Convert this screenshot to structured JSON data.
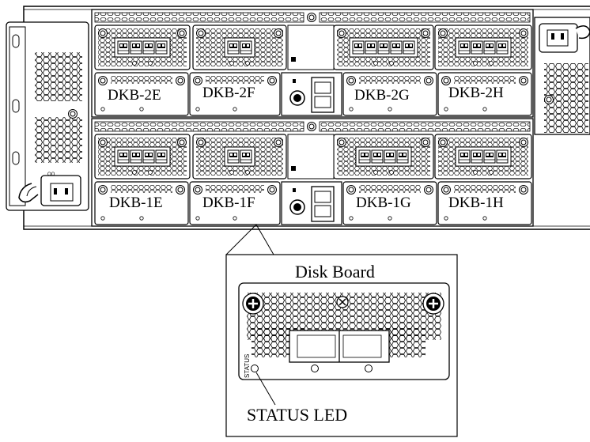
{
  "chassis": {
    "upper_row_labels": [
      "DKB-2E",
      "DKB-2F",
      "DKB-2G",
      "DKB-2H"
    ],
    "lower_row_labels": [
      "DKB-1E",
      "DKB-1F",
      "DKB-1G",
      "DKB-1H"
    ]
  },
  "callout": {
    "title": "Disk Board",
    "status_text": "STATUS",
    "led_label": "STATUS LED"
  }
}
